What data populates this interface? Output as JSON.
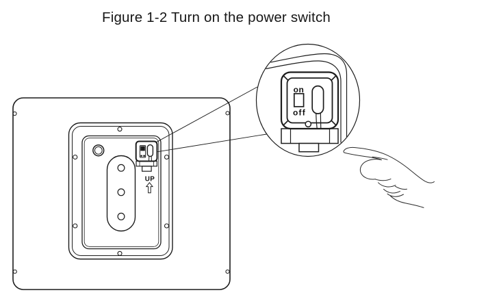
{
  "figure_caption": "Figure 1-2 Turn on the power switch",
  "magnifier": {
    "on_label": "on",
    "off_label": "off"
  },
  "device": {
    "up_label": "UP"
  },
  "colors": {
    "line": "#1c1c1c",
    "background": "#ffffff"
  }
}
